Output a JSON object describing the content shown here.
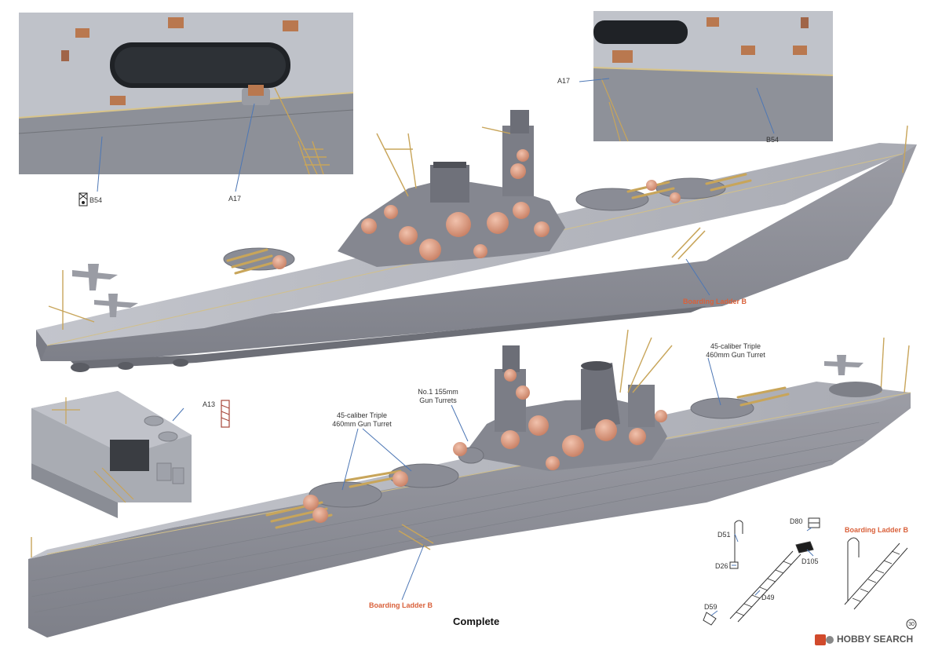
{
  "labels": {
    "b54_left": "B54",
    "a17_left": "A17",
    "a17_right": "A17",
    "b54_right": "B54",
    "boarding_top": "Boarding Ladder B",
    "gun_turret_right_l1": "45-caliber Triple",
    "gun_turret_right_l2": "460mm Gun Turret",
    "no1_l1": "No.1 155mm",
    "no1_l2": "Gun Turrets",
    "gun_turret_left_l1": "45-caliber Triple",
    "gun_turret_left_l2": "460mm Gun Turret",
    "a13": "A13",
    "boarding_bottom": "Boarding Ladder B",
    "complete": "Complete",
    "d51": "D51",
    "d26": "D26",
    "d80": "D80",
    "d105": "D105",
    "d49": "D49",
    "d59": "D59",
    "boarding_detail": "Boarding Ladder B",
    "page_number": "30",
    "watermark": "HOBBY SEARCH"
  },
  "colors": {
    "hull": "#8f9098",
    "deck": "#b3b5bd",
    "copper": "#d99a7e",
    "brass": "#c8a55a",
    "accent_red": "#d9603a",
    "leader": "#4d77b5"
  }
}
